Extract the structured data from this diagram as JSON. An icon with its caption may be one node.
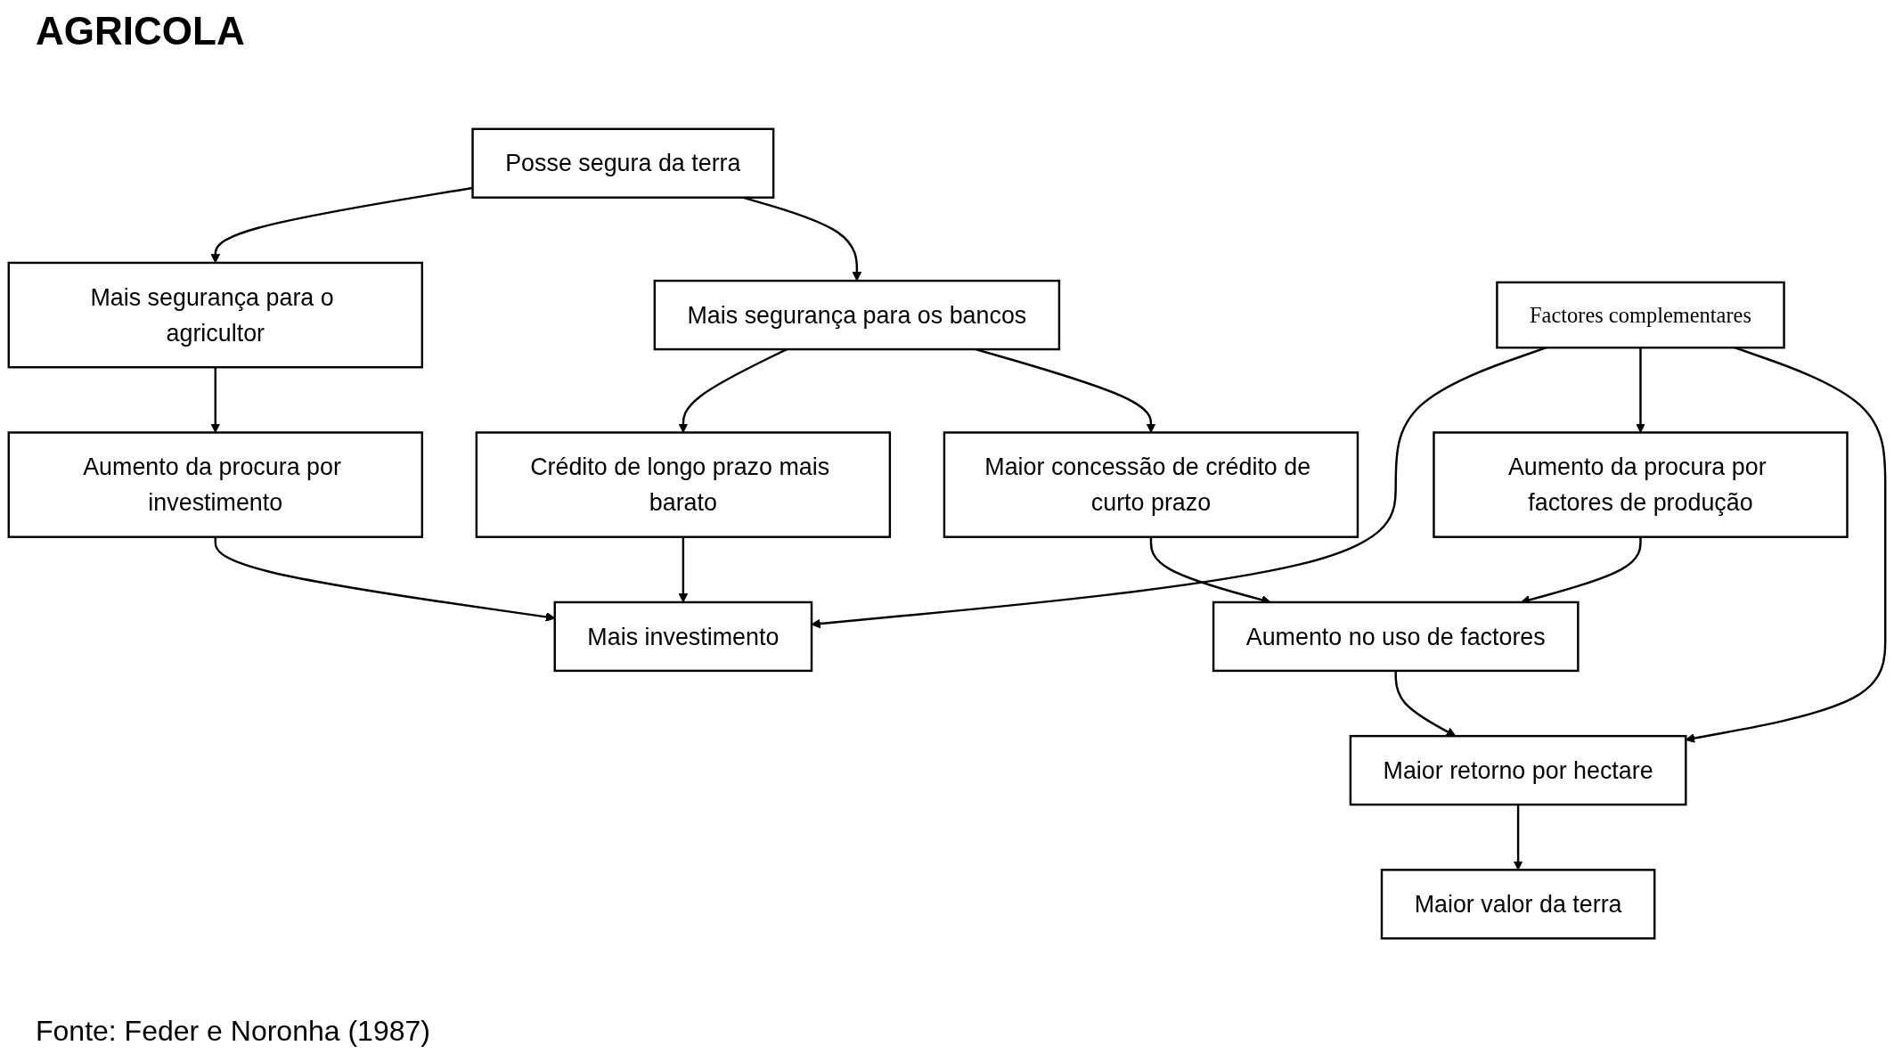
{
  "diagram": {
    "title": "AGRICOLA",
    "caption": "Fonte: Feder e Noronha (1987)",
    "nodes": [
      {
        "text": [
          "Posse segura da terra"
        ]
      },
      {
        "text": [
          "Mais segurança para o agricultor"
        ]
      },
      {
        "text": [
          "Mais segurança para os bancos"
        ]
      },
      {
        "text": [
          "Aumento da procura por investimento"
        ]
      },
      {
        "text": [
          "Crédito de longo prazo mais barato"
        ]
      },
      {
        "text": [
          "Mais investimento"
        ]
      },
      {
        "text": [
          "Factores complementares"
        ]
      },
      {
        "text": [
          "Maior concessão de crédito de curto prazo"
        ]
      },
      {
        "text": [
          "Aumento da procura por factores de produção"
        ]
      },
      {
        "text": [
          "Aumento no uso de factores"
        ]
      },
      {
        "text": [
          "Maior retorno por hectare"
        ]
      },
      {
        "text": [
          "Maior valor da terra"
        ]
      }
    ],
    "edges": [
      {
        "from": 0,
        "to": 1,
        "arrow": "to"
      },
      {
        "from": 0,
        "to": 2,
        "arrow": "to"
      },
      {
        "from": 1,
        "to": 3,
        "arrow": "to"
      },
      {
        "from": 2,
        "to": 4,
        "arrow": "to"
      },
      {
        "from": 3,
        "to": 5,
        "arrow": "to"
      },
      {
        "from": 4,
        "to": 5,
        "arrow": "to"
      },
      {
        "from": 6,
        "to": 5,
        "arrow": "to"
      },
      {
        "from": 2,
        "to": 7,
        "arrow": "to"
      },
      {
        "from": 6,
        "to": 8,
        "arrow": "to"
      },
      {
        "from": 8,
        "to": 9,
        "arrow": "to"
      },
      {
        "from": 7,
        "to": 9,
        "arrow": "to"
      },
      {
        "from": 9,
        "to": 10,
        "arrow": "to"
      },
      {
        "from": 6,
        "to": 10,
        "arrow": "to"
      },
      {
        "from": 10,
        "to": 11,
        "arrow": "to"
      }
    ]
  }
}
